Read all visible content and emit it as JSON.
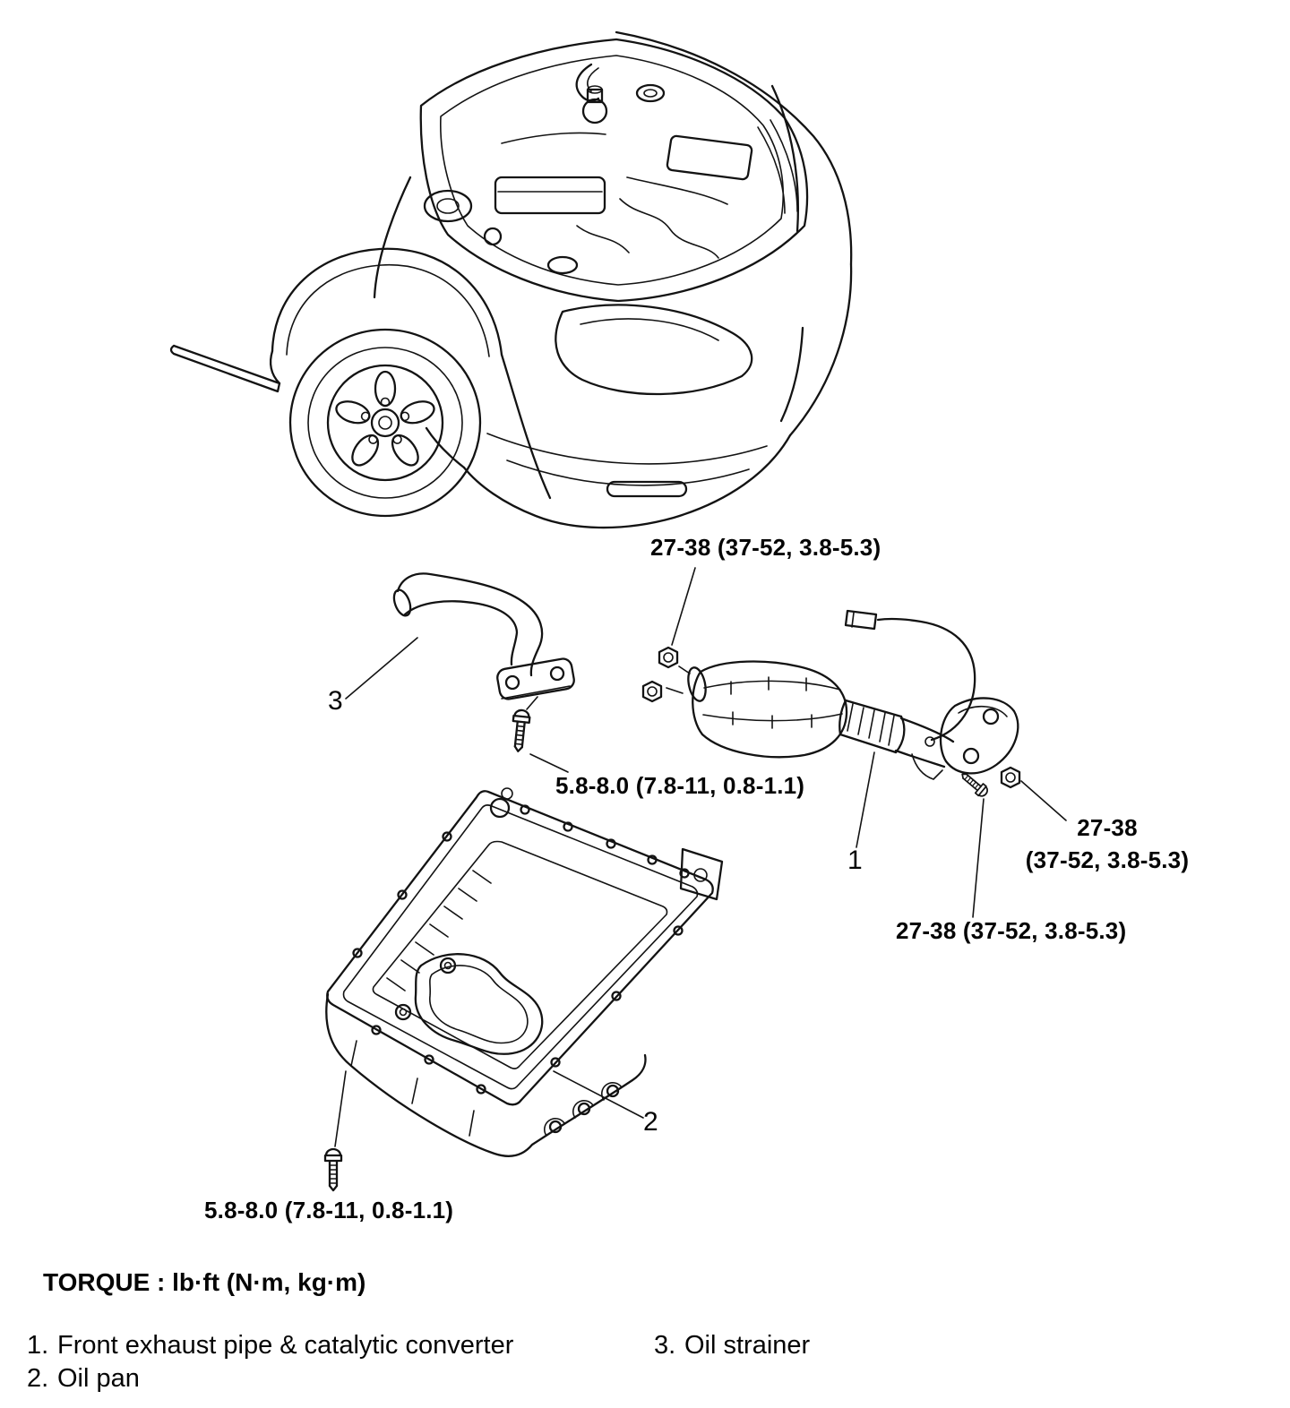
{
  "figure": {
    "callouts": {
      "c1": "1",
      "c2": "2",
      "c3": "3"
    },
    "torque_labels": {
      "converter_top": "27-38 (37-52, 3.8-5.3)",
      "strainer_bolt": "5.8-8.0 (7.8-11, 0.8-1.1)",
      "flange_right_line1": "27-38",
      "flange_right_line2": "(37-52, 3.8-5.3)",
      "flange_lower": "27-38 (37-52, 3.8-5.3)",
      "oil_pan_bolt": "5.8-8.0 (7.8-11, 0.8-1.1)"
    },
    "torque_note": "TORQUE : lb·ft (N·m, kg·m)",
    "parts": [
      {
        "num": "1.",
        "name": "Front exhaust pipe & catalytic converter"
      },
      {
        "num": "2.",
        "name": "Oil pan"
      },
      {
        "num": "3.",
        "name": "Oil strainer"
      }
    ],
    "colors": {
      "ink": "#131313",
      "background": "#ffffff"
    }
  }
}
